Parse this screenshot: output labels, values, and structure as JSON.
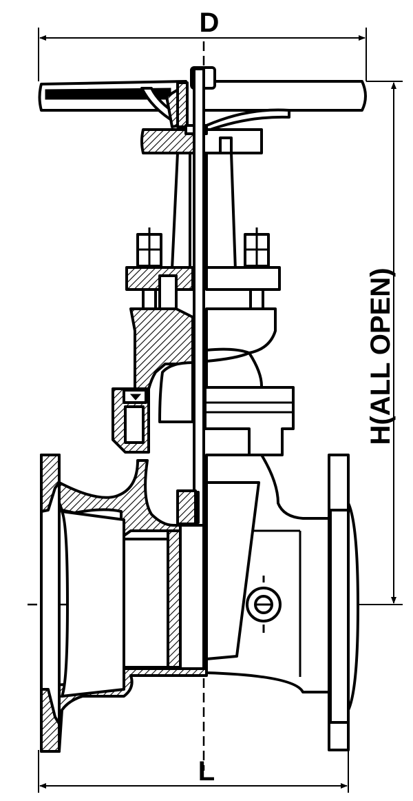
{
  "dimensions": {
    "width_label": "D",
    "length_label": "L",
    "height_label": "H(ALL OPEN)"
  },
  "colors": {
    "line": "#000000",
    "background": "#ffffff"
  }
}
